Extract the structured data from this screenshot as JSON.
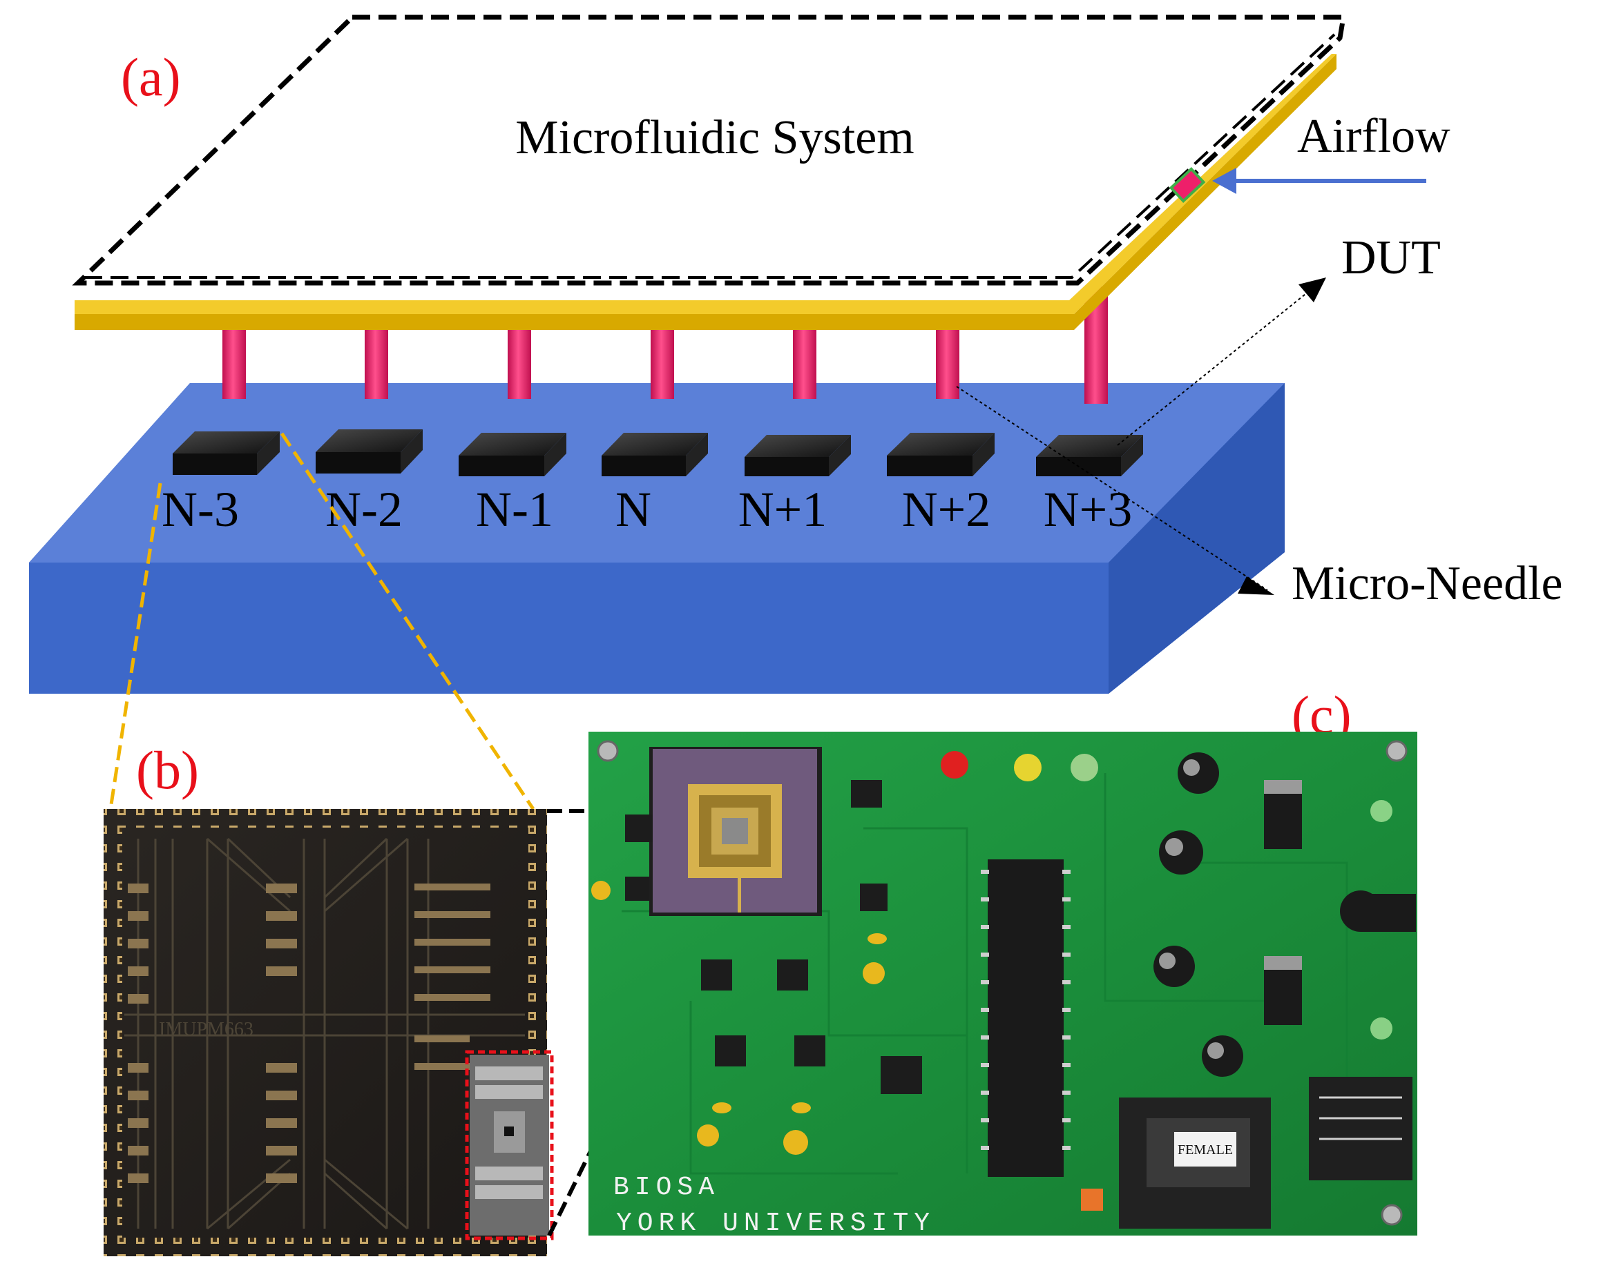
{
  "panel_a": {
    "panel_label": "(a)",
    "system_label": "Microfluidic System",
    "airflow_label": "Airflow",
    "dut_label": "DUT",
    "micro_needle_label": "Micro-Needle",
    "sites": [
      "N-3",
      "N-2",
      "N-1",
      "N",
      "N+1",
      "N+2",
      "N+3"
    ]
  },
  "panel_b": {
    "panel_label": "(b)",
    "die_marking": "IMUPM663"
  },
  "panel_c": {
    "panel_label": "(c)",
    "board_line1": "BIOSA",
    "board_line2": "YORK UNIVERSITY",
    "connector_label": "FEMALE"
  },
  "colors": {
    "panel_label": "#e8101a",
    "channel": "#f0c419",
    "needle": "#ee1f6a",
    "base_top": "#5b7fd6",
    "base_front": "#3b67c8",
    "chip": "#1a1a1a",
    "zoom_guide": "#f0b400",
    "arrow_airflow": "#4a6fd0",
    "pcb": "#1c8f3c"
  }
}
